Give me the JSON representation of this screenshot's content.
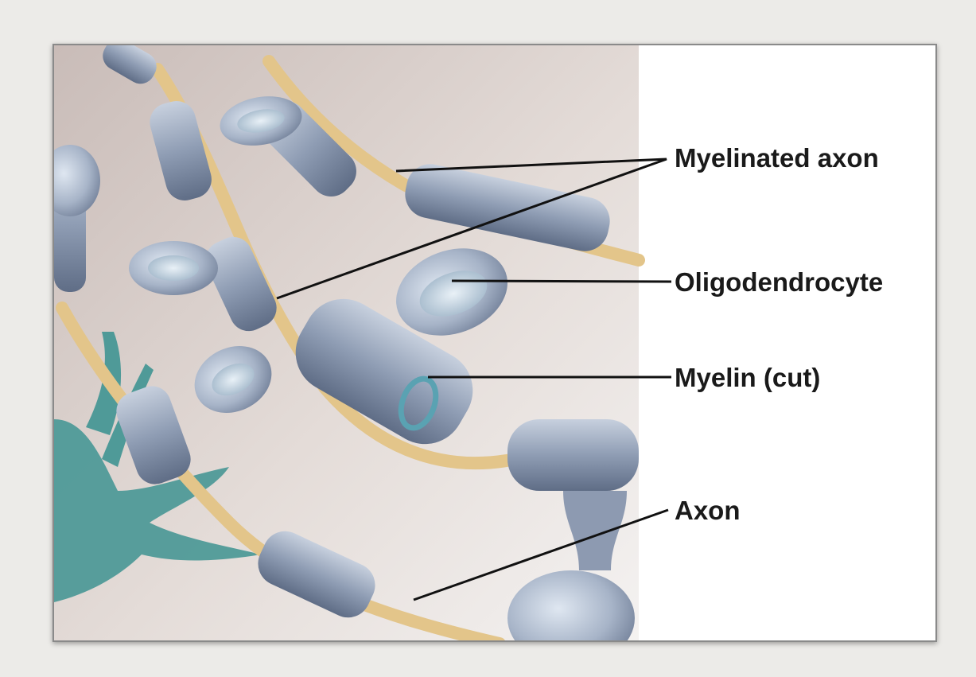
{
  "labels": {
    "myelinated_axon": "Myelinated axon",
    "oligodendrocyte": "Oligodendrocyte",
    "myelin_cut": "Myelin (cut)",
    "axon": "Axon"
  },
  "colors": {
    "axon": "#e3c58a",
    "myelin": "#9ba8bd",
    "myelin_dark": "#6f7d95",
    "oligodendrocyte": "#a9b6c9",
    "nucleus": "#c8d6e6",
    "teal_cell": "#4f9a98",
    "leader_line": "#111111"
  }
}
